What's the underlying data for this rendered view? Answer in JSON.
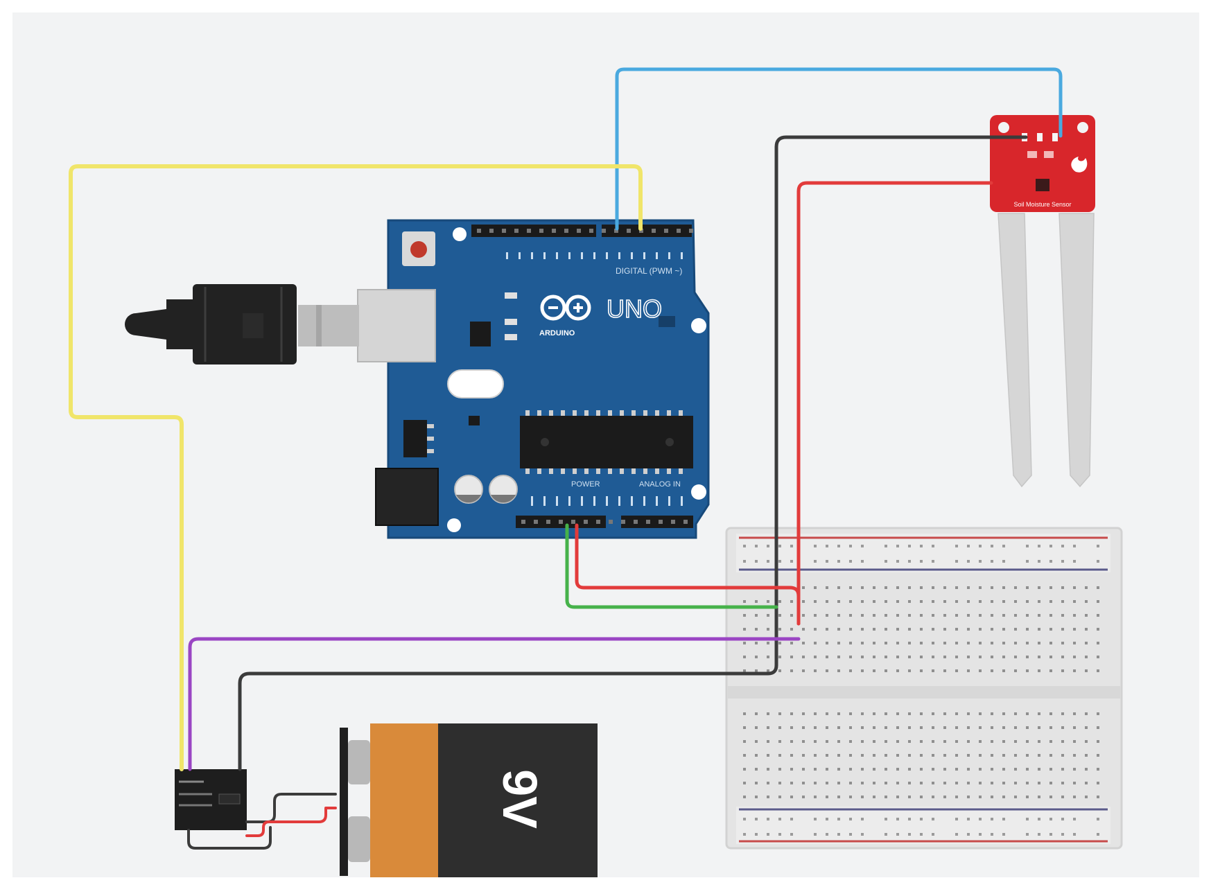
{
  "colors": {
    "background": "#f2f3f4",
    "board_blue": "#1f5b95",
    "wire_blue": "#4aa9df",
    "wire_yellow": "#f0e56a",
    "wire_black": "#3b3b3b",
    "wire_red": "#e23b3b",
    "wire_green": "#46b24a",
    "wire_purple": "#9a45c3",
    "sensor_red": "#d8262b",
    "battery_orange": "#d98a3a",
    "battery_black": "#2e2e2e"
  },
  "arduino": {
    "logo_text": "UNO",
    "brand_text": "ARDUINO",
    "digital_label": "DIGITAL (PWM ~)",
    "power_label": "POWER",
    "analog_label": "ANALOG IN"
  },
  "battery": {
    "label": "9V"
  },
  "moisture_sensor": {
    "label": "Soil Moisture Sensor"
  }
}
